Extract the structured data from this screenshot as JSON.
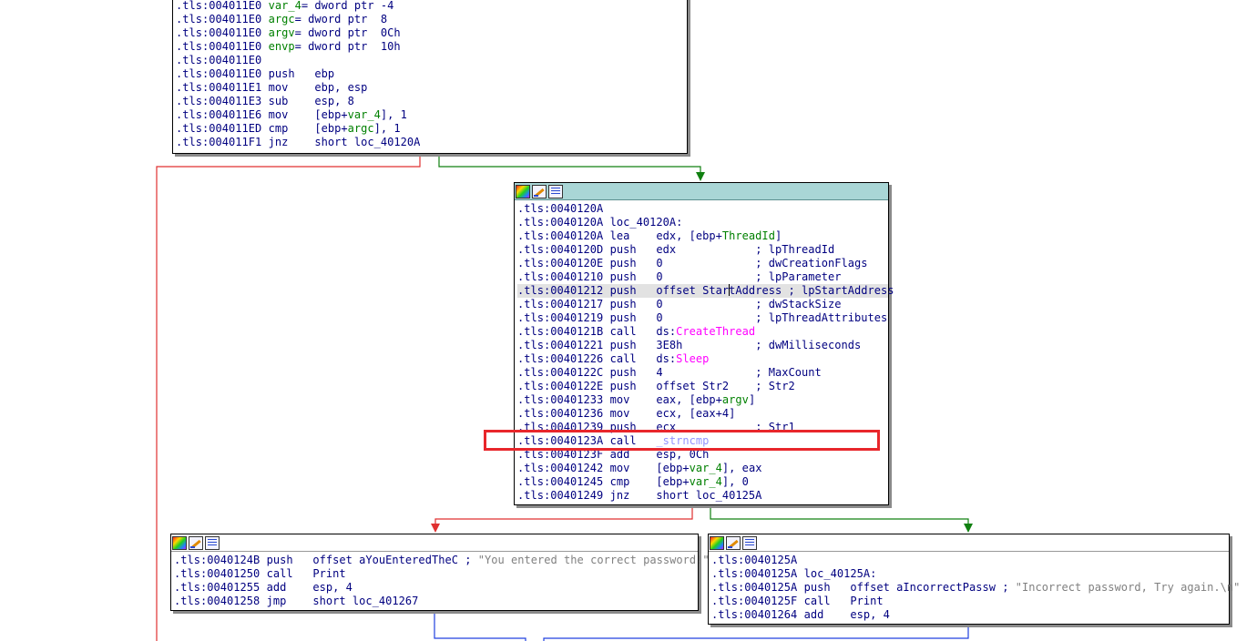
{
  "colors": {
    "node_header": "#a9d6d6",
    "edge_false": "#e03030",
    "edge_true": "#108010",
    "edge_unconditional": "#2040e0",
    "highlight": "#e8262b"
  },
  "icons": [
    "color-palette-icon",
    "edit-pencil-icon",
    "graph-list-icon"
  ],
  "blocks": {
    "top": {
      "lines": [
        {
          "addr": ".tls:004011E0",
          "text": " var_4= dword ptr -4"
        },
        {
          "addr": ".tls:004011E0",
          "text": " argc= dword ptr  8"
        },
        {
          "addr": ".tls:004011E0",
          "text": " argv= dword ptr  0Ch"
        },
        {
          "addr": ".tls:004011E0",
          "text": " envp= dword ptr  10h"
        },
        {
          "addr": ".tls:004011E0",
          "text": ""
        },
        {
          "addr": ".tls:004011E0",
          "mn": "push",
          "op": "ebp"
        },
        {
          "addr": ".tls:004011E1",
          "mn": "mov",
          "op": "ebp, esp"
        },
        {
          "addr": ".tls:004011E3",
          "mn": "sub",
          "op": "esp, 8"
        },
        {
          "addr": ".tls:004011E6",
          "mn": "mov",
          "op": "[ebp+var_4], 1"
        },
        {
          "addr": ".tls:004011ED",
          "mn": "cmp",
          "op": "[ebp+argc], 1"
        },
        {
          "addr": ".tls:004011F1",
          "mn": "jnz",
          "op": "short loc_40120A"
        }
      ]
    },
    "middle": {
      "lines": [
        {
          "addr": ".tls:0040120A",
          "text": ""
        },
        {
          "addr": ".tls:0040120A",
          "text": " loc_40120A:"
        },
        {
          "addr": ".tls:0040120A",
          "mn": "lea",
          "op": "edx, [ebp+ThreadId]"
        },
        {
          "addr": ".tls:0040120D",
          "mn": "push",
          "op": "edx",
          "cmt": "; lpThreadId"
        },
        {
          "addr": ".tls:0040120E",
          "mn": "push",
          "op": "0",
          "cmt": "; dwCreationFlags"
        },
        {
          "addr": ".tls:00401210",
          "mn": "push",
          "op": "0",
          "cmt": "; lpParameter"
        },
        {
          "addr": ".tls:00401212",
          "mn": "push",
          "op": "offset StartAddress",
          "cmt": "; lpStartAddress"
        },
        {
          "addr": ".tls:00401217",
          "mn": "push",
          "op": "0",
          "cmt": "; dwStackSize"
        },
        {
          "addr": ".tls:00401219",
          "mn": "push",
          "op": "0",
          "cmt": "; lpThreadAttributes"
        },
        {
          "addr": ".tls:0040121B",
          "mn": "call",
          "op": "ds:CreateThread"
        },
        {
          "addr": ".tls:00401221",
          "mn": "push",
          "op": "3E8h",
          "cmt": "; dwMilliseconds"
        },
        {
          "addr": ".tls:00401226",
          "mn": "call",
          "op": "ds:Sleep"
        },
        {
          "addr": ".tls:0040122C",
          "mn": "push",
          "op": "4",
          "cmt": "; MaxCount"
        },
        {
          "addr": ".tls:0040122E",
          "mn": "push",
          "op": "offset Str2",
          "cmt": "; Str2"
        },
        {
          "addr": ".tls:00401233",
          "mn": "mov",
          "op": "eax, [ebp+argv]"
        },
        {
          "addr": ".tls:00401236",
          "mn": "mov",
          "op": "ecx, [eax+4]"
        },
        {
          "addr": ".tls:00401239",
          "mn": "push",
          "op": "ecx",
          "cmt": "; Str1"
        },
        {
          "addr": ".tls:0040123A",
          "mn": "call",
          "op": "_strncmp"
        },
        {
          "addr": ".tls:0040123F",
          "mn": "add",
          "op": "esp, 0Ch"
        },
        {
          "addr": ".tls:00401242",
          "mn": "mov",
          "op": "[ebp+var_4], eax"
        },
        {
          "addr": ".tls:00401245",
          "mn": "cmp",
          "op": "[ebp+var_4], 0"
        },
        {
          "addr": ".tls:00401249",
          "mn": "jnz",
          "op": "short loc_40125A"
        }
      ]
    },
    "left": {
      "lines": [
        {
          "addr": ".tls:0040124B",
          "mn": "push",
          "op": "offset aYouEnteredTheC",
          "cmt": "; \"You entered the correct password!\""
        },
        {
          "addr": ".tls:00401250",
          "mn": "call",
          "op": "Print"
        },
        {
          "addr": ".tls:00401255",
          "mn": "add",
          "op": "esp, 4"
        },
        {
          "addr": ".tls:00401258",
          "mn": "jmp",
          "op": "short loc_401267"
        }
      ]
    },
    "right": {
      "lines": [
        {
          "addr": ".tls:0040125A",
          "text": ""
        },
        {
          "addr": ".tls:0040125A",
          "text": " loc_40125A:"
        },
        {
          "addr": ".tls:0040125A",
          "mn": "push",
          "op": "offset aIncorrectPassw",
          "cmt": "; \"Incorrect password, Try again.\\n\""
        },
        {
          "addr": ".tls:0040125F",
          "mn": "call",
          "op": "Print"
        },
        {
          "addr": ".tls:00401264",
          "mn": "add",
          "op": "esp, 4"
        }
      ]
    }
  }
}
